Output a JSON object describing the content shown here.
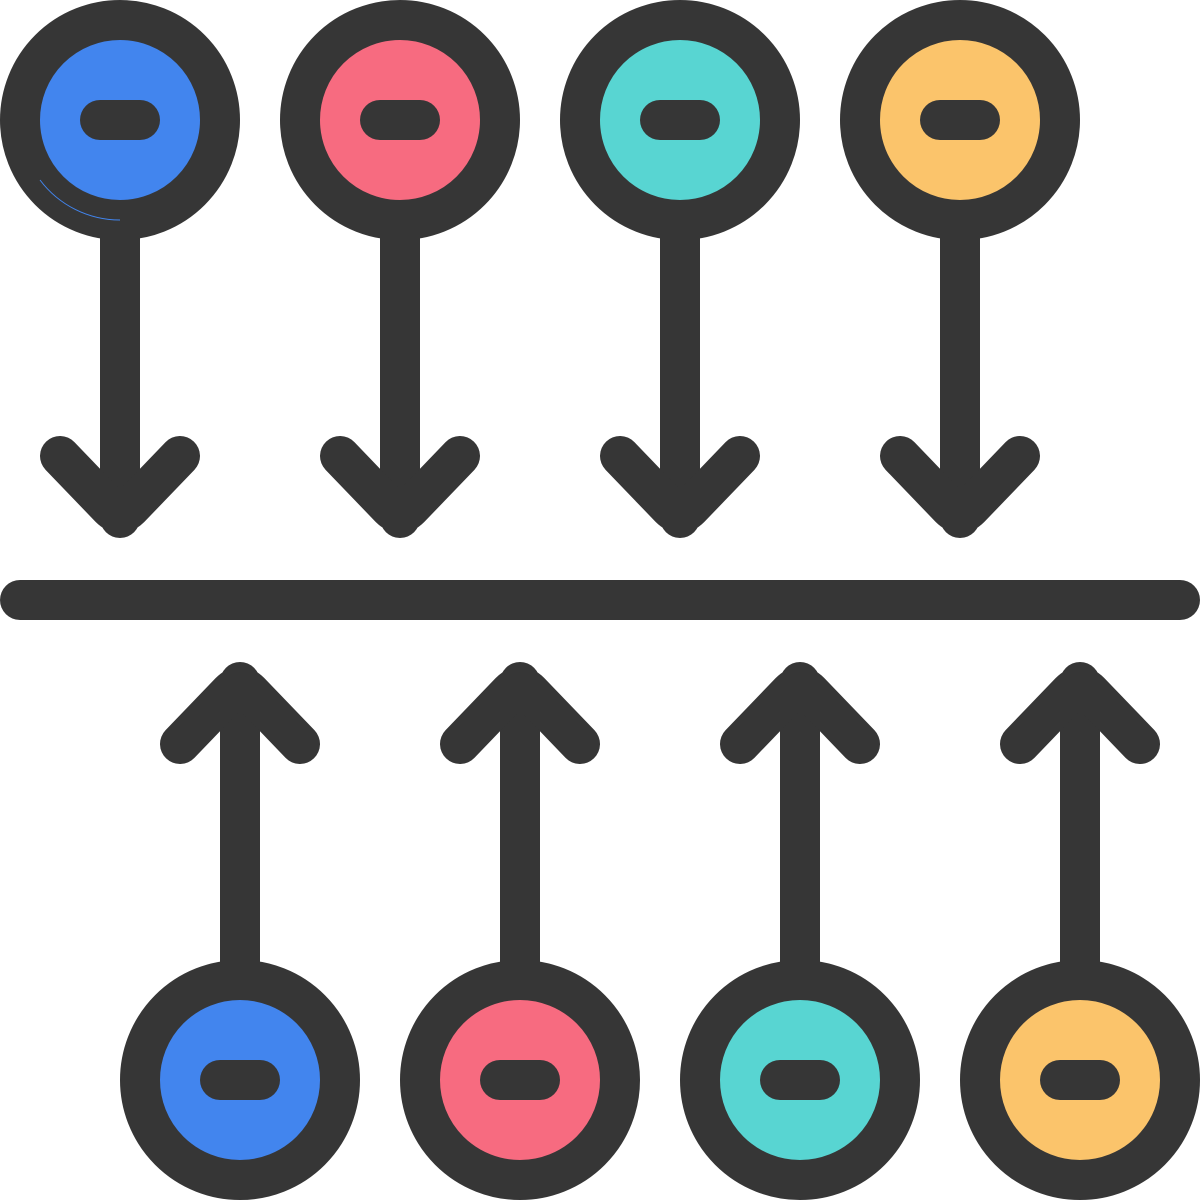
{
  "colors": {
    "stroke": "#363636",
    "background": "#ffffff",
    "blue": "#4285EE",
    "red": "#F76B80",
    "teal": "#58D5D2",
    "yellow": "#FBC46B"
  },
  "top_row": [
    {
      "name": "charge-top-blue",
      "fill": "blue",
      "icon": "minus-icon",
      "direction": "down"
    },
    {
      "name": "charge-top-red",
      "fill": "red",
      "icon": "minus-icon",
      "direction": "down"
    },
    {
      "name": "charge-top-teal",
      "fill": "teal",
      "icon": "minus-icon",
      "direction": "down"
    },
    {
      "name": "charge-top-yellow",
      "fill": "yellow",
      "icon": "minus-icon",
      "direction": "down"
    }
  ],
  "divider": {
    "name": "center-divider-line"
  },
  "bottom_row": [
    {
      "name": "charge-bottom-blue",
      "fill": "blue",
      "icon": "minus-icon",
      "direction": "up"
    },
    {
      "name": "charge-bottom-red",
      "fill": "red",
      "icon": "minus-icon",
      "direction": "up"
    },
    {
      "name": "charge-bottom-teal",
      "fill": "teal",
      "icon": "minus-icon",
      "direction": "up"
    },
    {
      "name": "charge-bottom-yellow",
      "fill": "yellow",
      "icon": "minus-icon",
      "direction": "up"
    }
  ]
}
